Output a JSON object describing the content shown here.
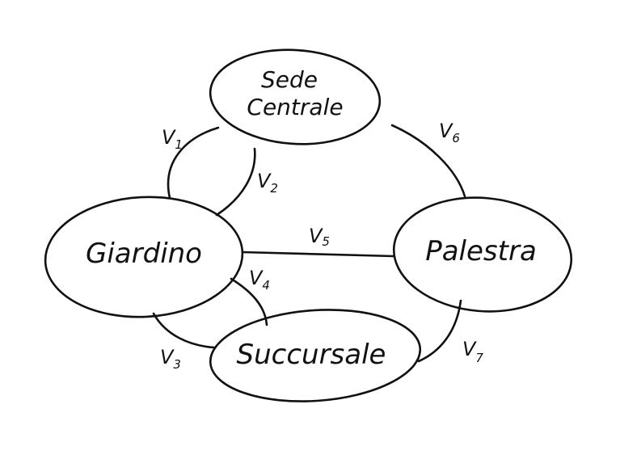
{
  "nodes": [
    {
      "id": "sede",
      "lines": [
        "Sede",
        "Centrale"
      ]
    },
    {
      "id": "giardino",
      "lines": [
        "Giardino"
      ]
    },
    {
      "id": "palestra",
      "lines": [
        "Palestra"
      ]
    },
    {
      "id": "succursale",
      "lines": [
        "Succursale"
      ]
    }
  ],
  "edges": [
    {
      "id": "v1",
      "letter": "V",
      "index": "1",
      "from": "Giardino",
      "to": "Sede Centrale"
    },
    {
      "id": "v2",
      "letter": "V",
      "index": "2",
      "from": "Giardino",
      "to": "Sede Centrale"
    },
    {
      "id": "v3",
      "letter": "V",
      "index": "3",
      "from": "Giardino",
      "to": "Succursale"
    },
    {
      "id": "v4",
      "letter": "V",
      "index": "4",
      "from": "Giardino",
      "to": "Succursale"
    },
    {
      "id": "v5",
      "letter": "V",
      "index": "5",
      "from": "Giardino",
      "to": "Palestra"
    },
    {
      "id": "v6",
      "letter": "V",
      "index": "6",
      "from": "Sede Centrale",
      "to": "Palestra"
    },
    {
      "id": "v7",
      "letter": "V",
      "index": "7",
      "from": "Palestra",
      "to": "Succursale"
    }
  ]
}
